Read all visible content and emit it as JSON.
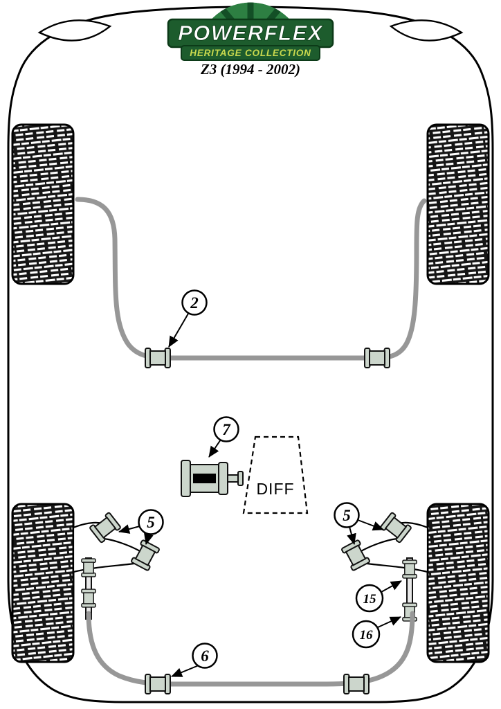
{
  "logo": {
    "brand": "POWERFLEX",
    "collection": "HERITAGE COLLECTION",
    "model": "Z3 (1994 - 2002)"
  },
  "diagram": {
    "diff_label": "DIFF",
    "callouts": {
      "front_arb": "2",
      "diff_mount": "7",
      "rear_arm_left": "5",
      "rear_arm_right": "5",
      "rear_link_upper": "15",
      "rear_link_lower": "16",
      "rear_arb": "6"
    }
  },
  "colors": {
    "logo_green": "#1d5c2d",
    "logo_accent": "#c9d94e",
    "bar_gray": "#979797",
    "bush_fill": "#ccd6cc"
  }
}
